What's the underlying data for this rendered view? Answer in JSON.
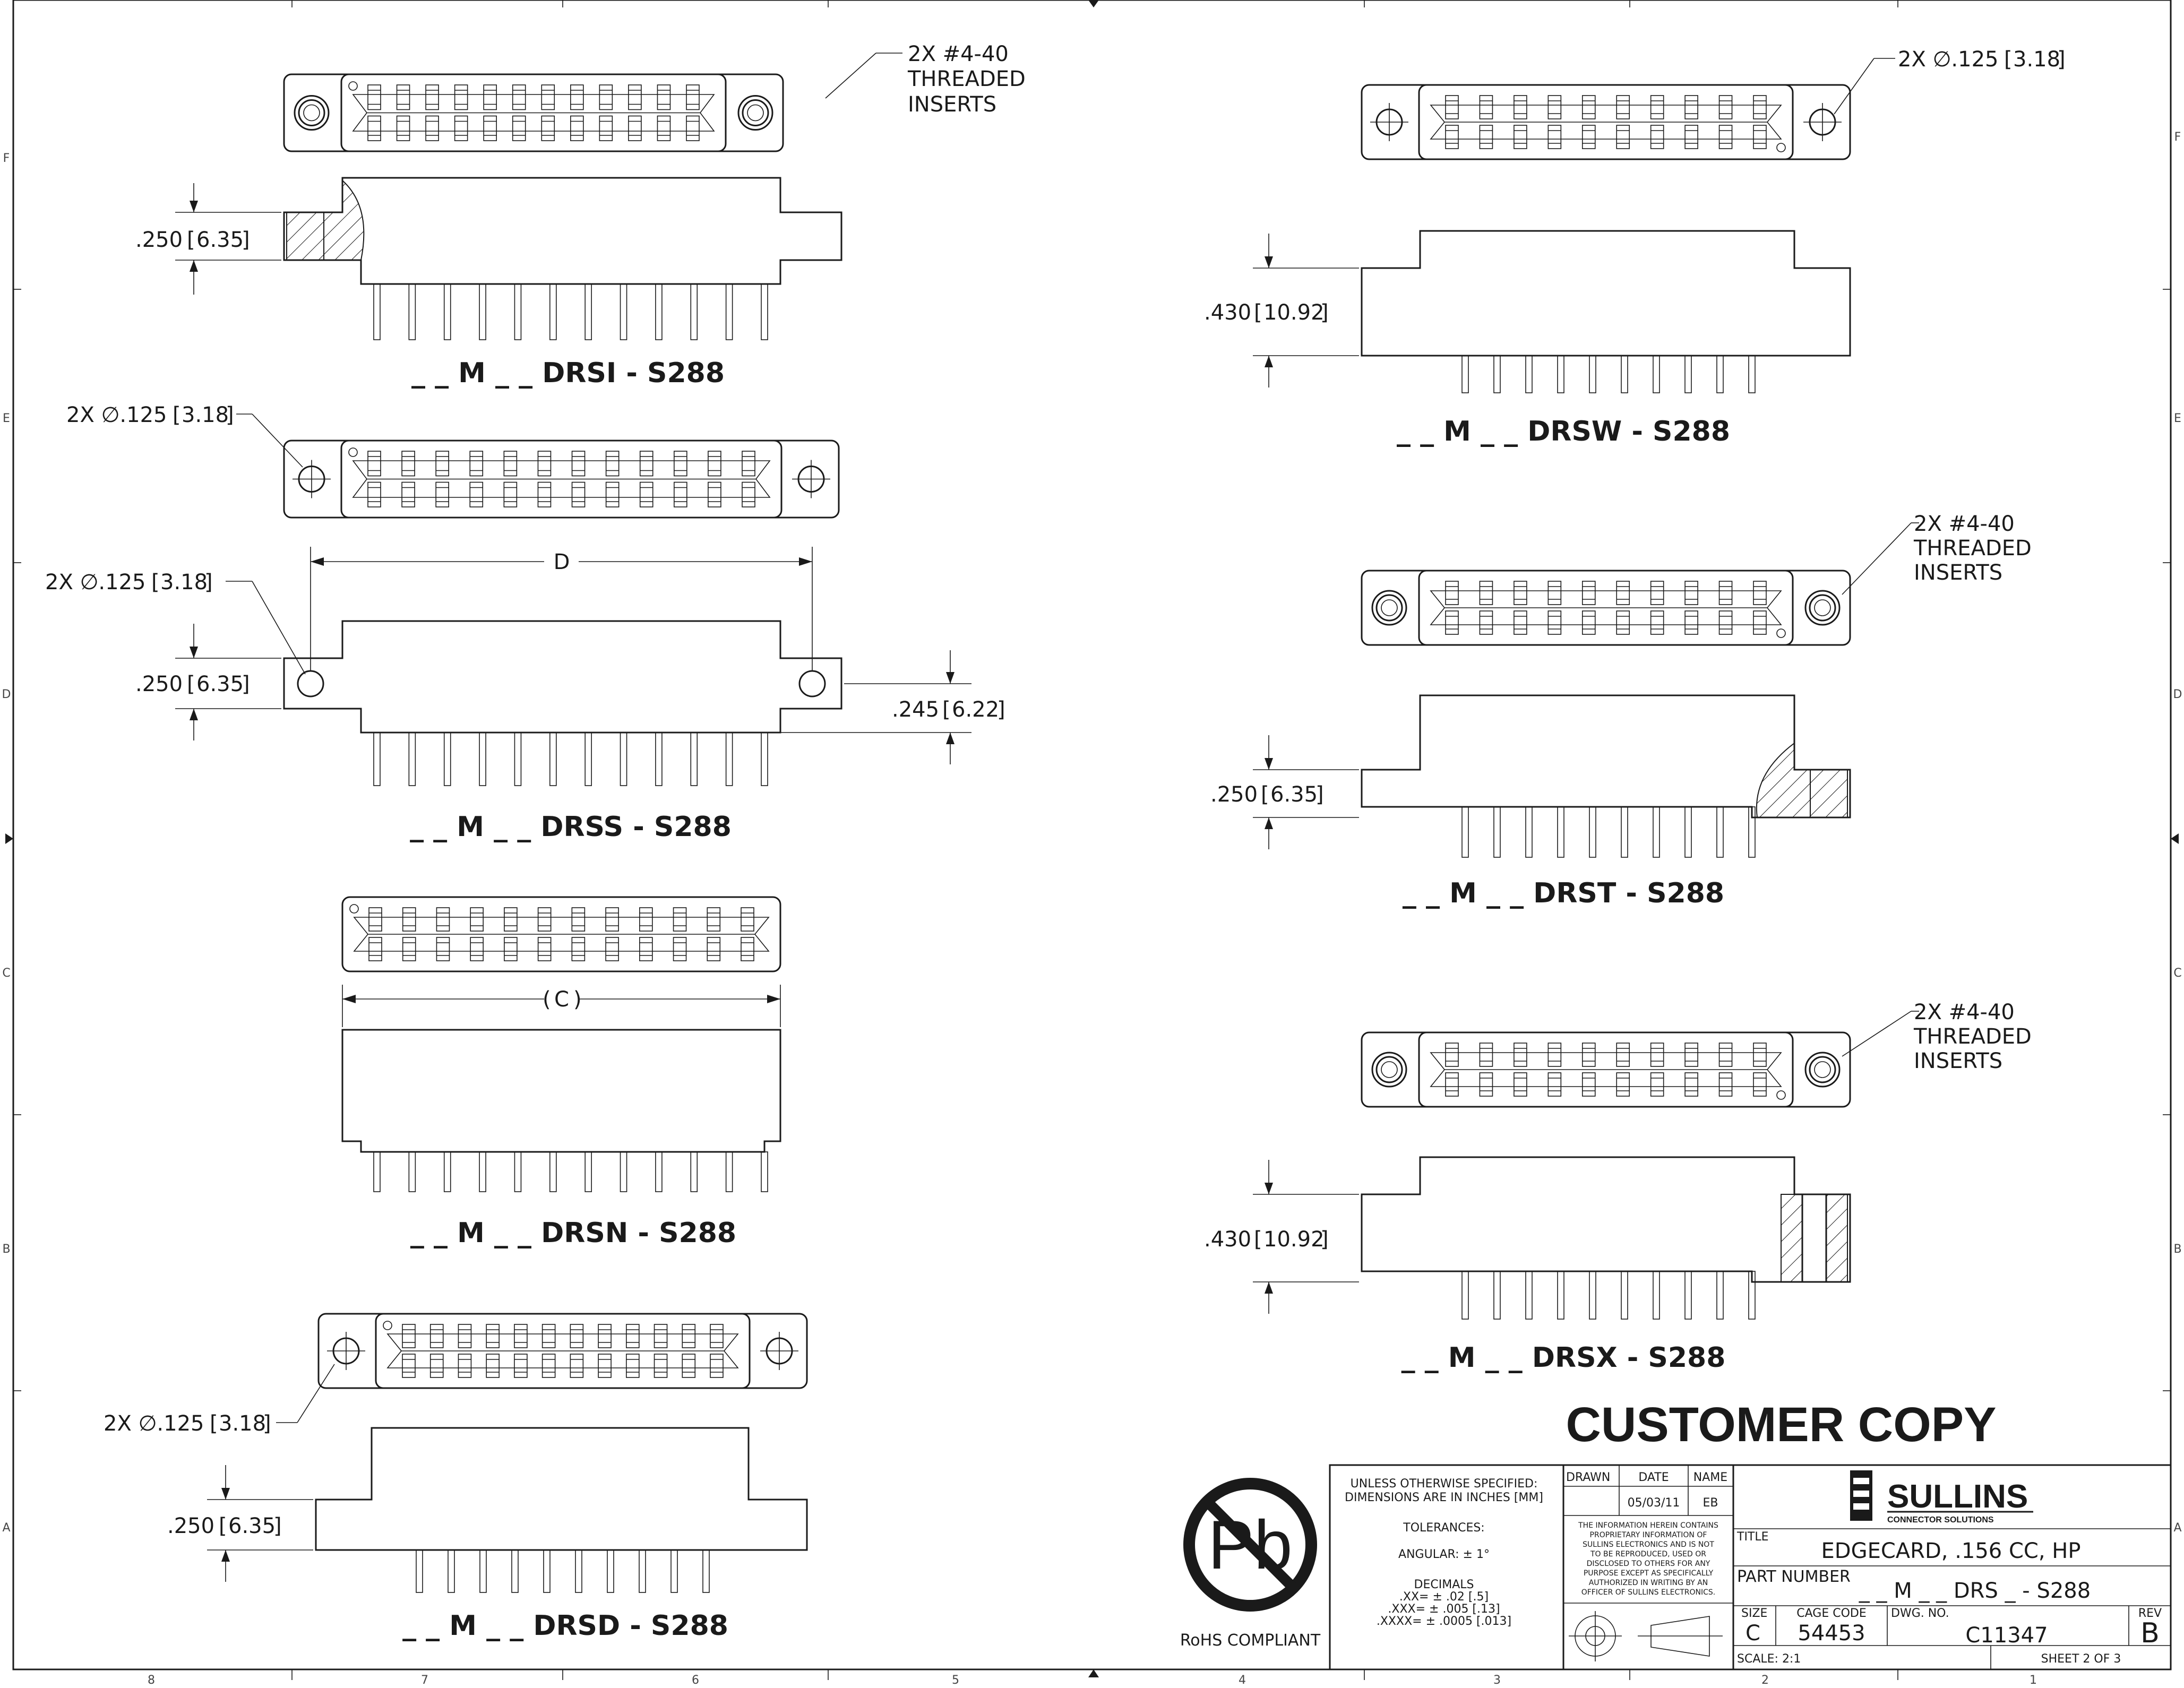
{
  "border": {
    "columns": [
      "8",
      "7",
      "6",
      "5",
      "4",
      "3",
      "2",
      "1"
    ],
    "rows": [
      "F",
      "E",
      "D",
      "C",
      "B",
      "A"
    ]
  },
  "views": {
    "drsi": {
      "label": "_ _ M _ _ DRSI - S288",
      "dim": ".250",
      "dim_mm": "6.35",
      "note": [
        "2X #4-40",
        "THREADED",
        "INSERTS"
      ]
    },
    "drss": {
      "label": "_ _ M _ _ DRSS - S288",
      "hole_note_top": "2X ∅.125",
      "hole_note_top_mm": "3.18",
      "hole_note_mid": "2X ∅.125",
      "hole_note_mid_mm": "3.18",
      "dim": ".250",
      "dim_mm": "6.35",
      "dim_right": ".245",
      "dim_right_mm": "6.22",
      "dim_d": "D"
    },
    "drsn": {
      "label": "_ _ M _ _ DRSN - S288",
      "dim_c": "C"
    },
    "drsd": {
      "label": "_ _ M _ _ DRSD - S288",
      "hole_note": "2X ∅.125",
      "hole_note_mm": "3.18",
      "dim": ".250",
      "dim_mm": "6.35"
    },
    "drsw": {
      "label": "_ _ M _ _ DRSW - S288",
      "hole_note": "2X ∅.125",
      "hole_note_mm": "3.18",
      "dim": ".430",
      "dim_mm": "10.92"
    },
    "drst": {
      "label": "_ _ M _ _ DRST - S288",
      "dim": ".250",
      "dim_mm": "6.35",
      "note": [
        "2X #4-40",
        "THREADED",
        "INSERTS"
      ]
    },
    "drsx": {
      "label": "_ _ M _ _ DRSX - S288",
      "dim": ".430",
      "dim_mm": "10.92",
      "note": [
        "2X #4-40",
        "THREADED",
        "INSERTS"
      ]
    }
  },
  "customer_copy": "CUSTOMER COPY",
  "rohs": {
    "symbol": "Pb",
    "caption": "RoHS COMPLIANT"
  },
  "title_block": {
    "spec_line1": "UNLESS OTHERWISE SPECIFIED:",
    "spec_line2": "DIMENSIONS ARE IN INCHES [MM]",
    "tolerances": "TOLERANCES:",
    "angular": "ANGULAR: ± 1°",
    "decimals": "DECIMALS",
    "xx": ".XX= ± .02 [.5]",
    "xxx": ".XXX= ± .005 [.13]",
    "xxxx": ".XXXX= ± .0005 [.013]",
    "drawn": "DRAWN",
    "date_hdr": "DATE",
    "name_hdr": "NAME",
    "date": "05/03/11",
    "name": "EB",
    "proprietary": [
      "THE INFORMATION HEREIN CONTAINS",
      "PROPRIETARY INFORMATION OF",
      "SULLINS ELECTRONICS AND IS NOT",
      "TO BE REPRODUCED, USED OR",
      "DISCLOSED TO OTHERS FOR ANY",
      "PURPOSE EXCEPT AS SPECIFICALLY",
      "AUTHORIZED IN WRITING BY AN",
      "OFFICER OF SULLINS ELECTRONICS."
    ],
    "company": "SULLINS",
    "company_sub": "CONNECTOR SOLUTIONS",
    "title_hdr": "TITLE",
    "title": "EDGECARD, .156 CC, HP",
    "part_hdr": "PART NUMBER",
    "part": "_ _ M _ _ DRS _ - S288",
    "size_hdr": "SIZE",
    "size": "C",
    "cage_hdr": "CAGE CODE",
    "cage": "54453",
    "dwg_hdr": "DWG. NO.",
    "dwg": "C11347",
    "rev_hdr": "REV",
    "rev": "B",
    "scale": "SCALE: 2:1",
    "sheet": "SHEET 2 OF 3"
  }
}
